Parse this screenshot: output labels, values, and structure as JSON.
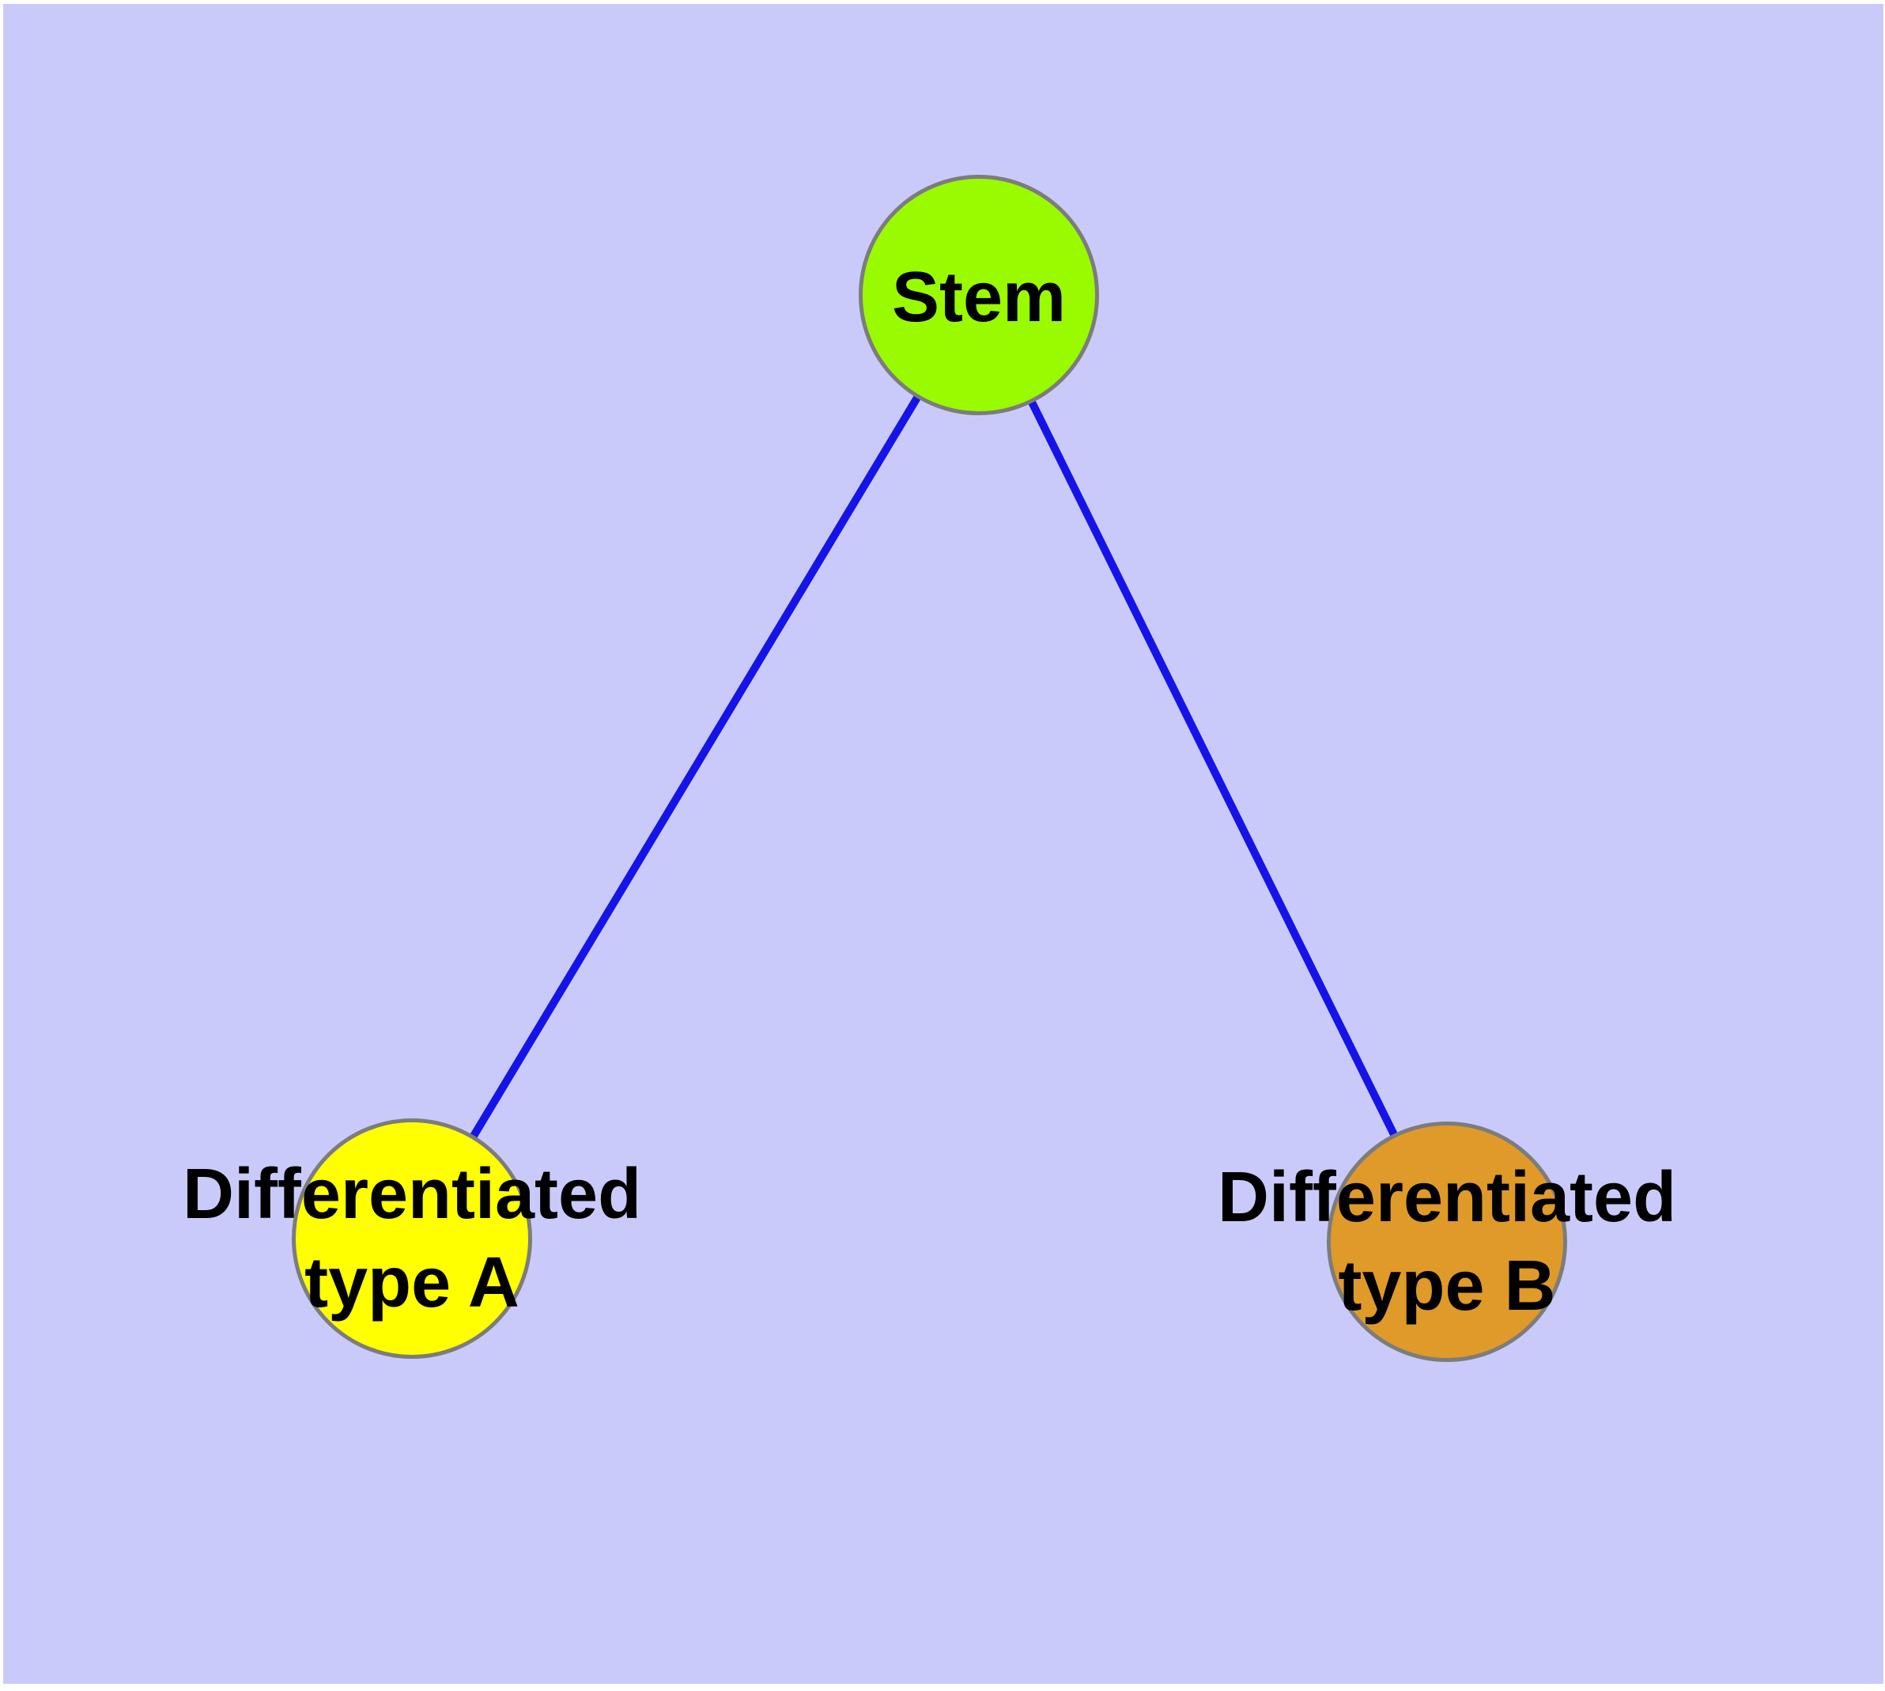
{
  "diagram": {
    "background_color": "#CACAFA",
    "frame_color": "#FFFFFF",
    "node_border_color": "#7C7C7C",
    "edge_color": "#1414E8",
    "nodes": [
      {
        "id": "stem",
        "label": "Stem",
        "fill": "#9AFA00"
      },
      {
        "id": "differentiated-type-a",
        "label_line1": "Differentiated",
        "label_line2": "type A",
        "fill": "#FFFF00"
      },
      {
        "id": "differentiated-type-b",
        "label_line1": "Differentiated",
        "label_line2": "type B",
        "fill": "#E09A29"
      }
    ],
    "edges": [
      {
        "from": "stem",
        "to": "differentiated-type-a",
        "color": "#1414E8"
      },
      {
        "from": "stem",
        "to": "differentiated-type-b",
        "color": "#1414E8"
      }
    ]
  }
}
